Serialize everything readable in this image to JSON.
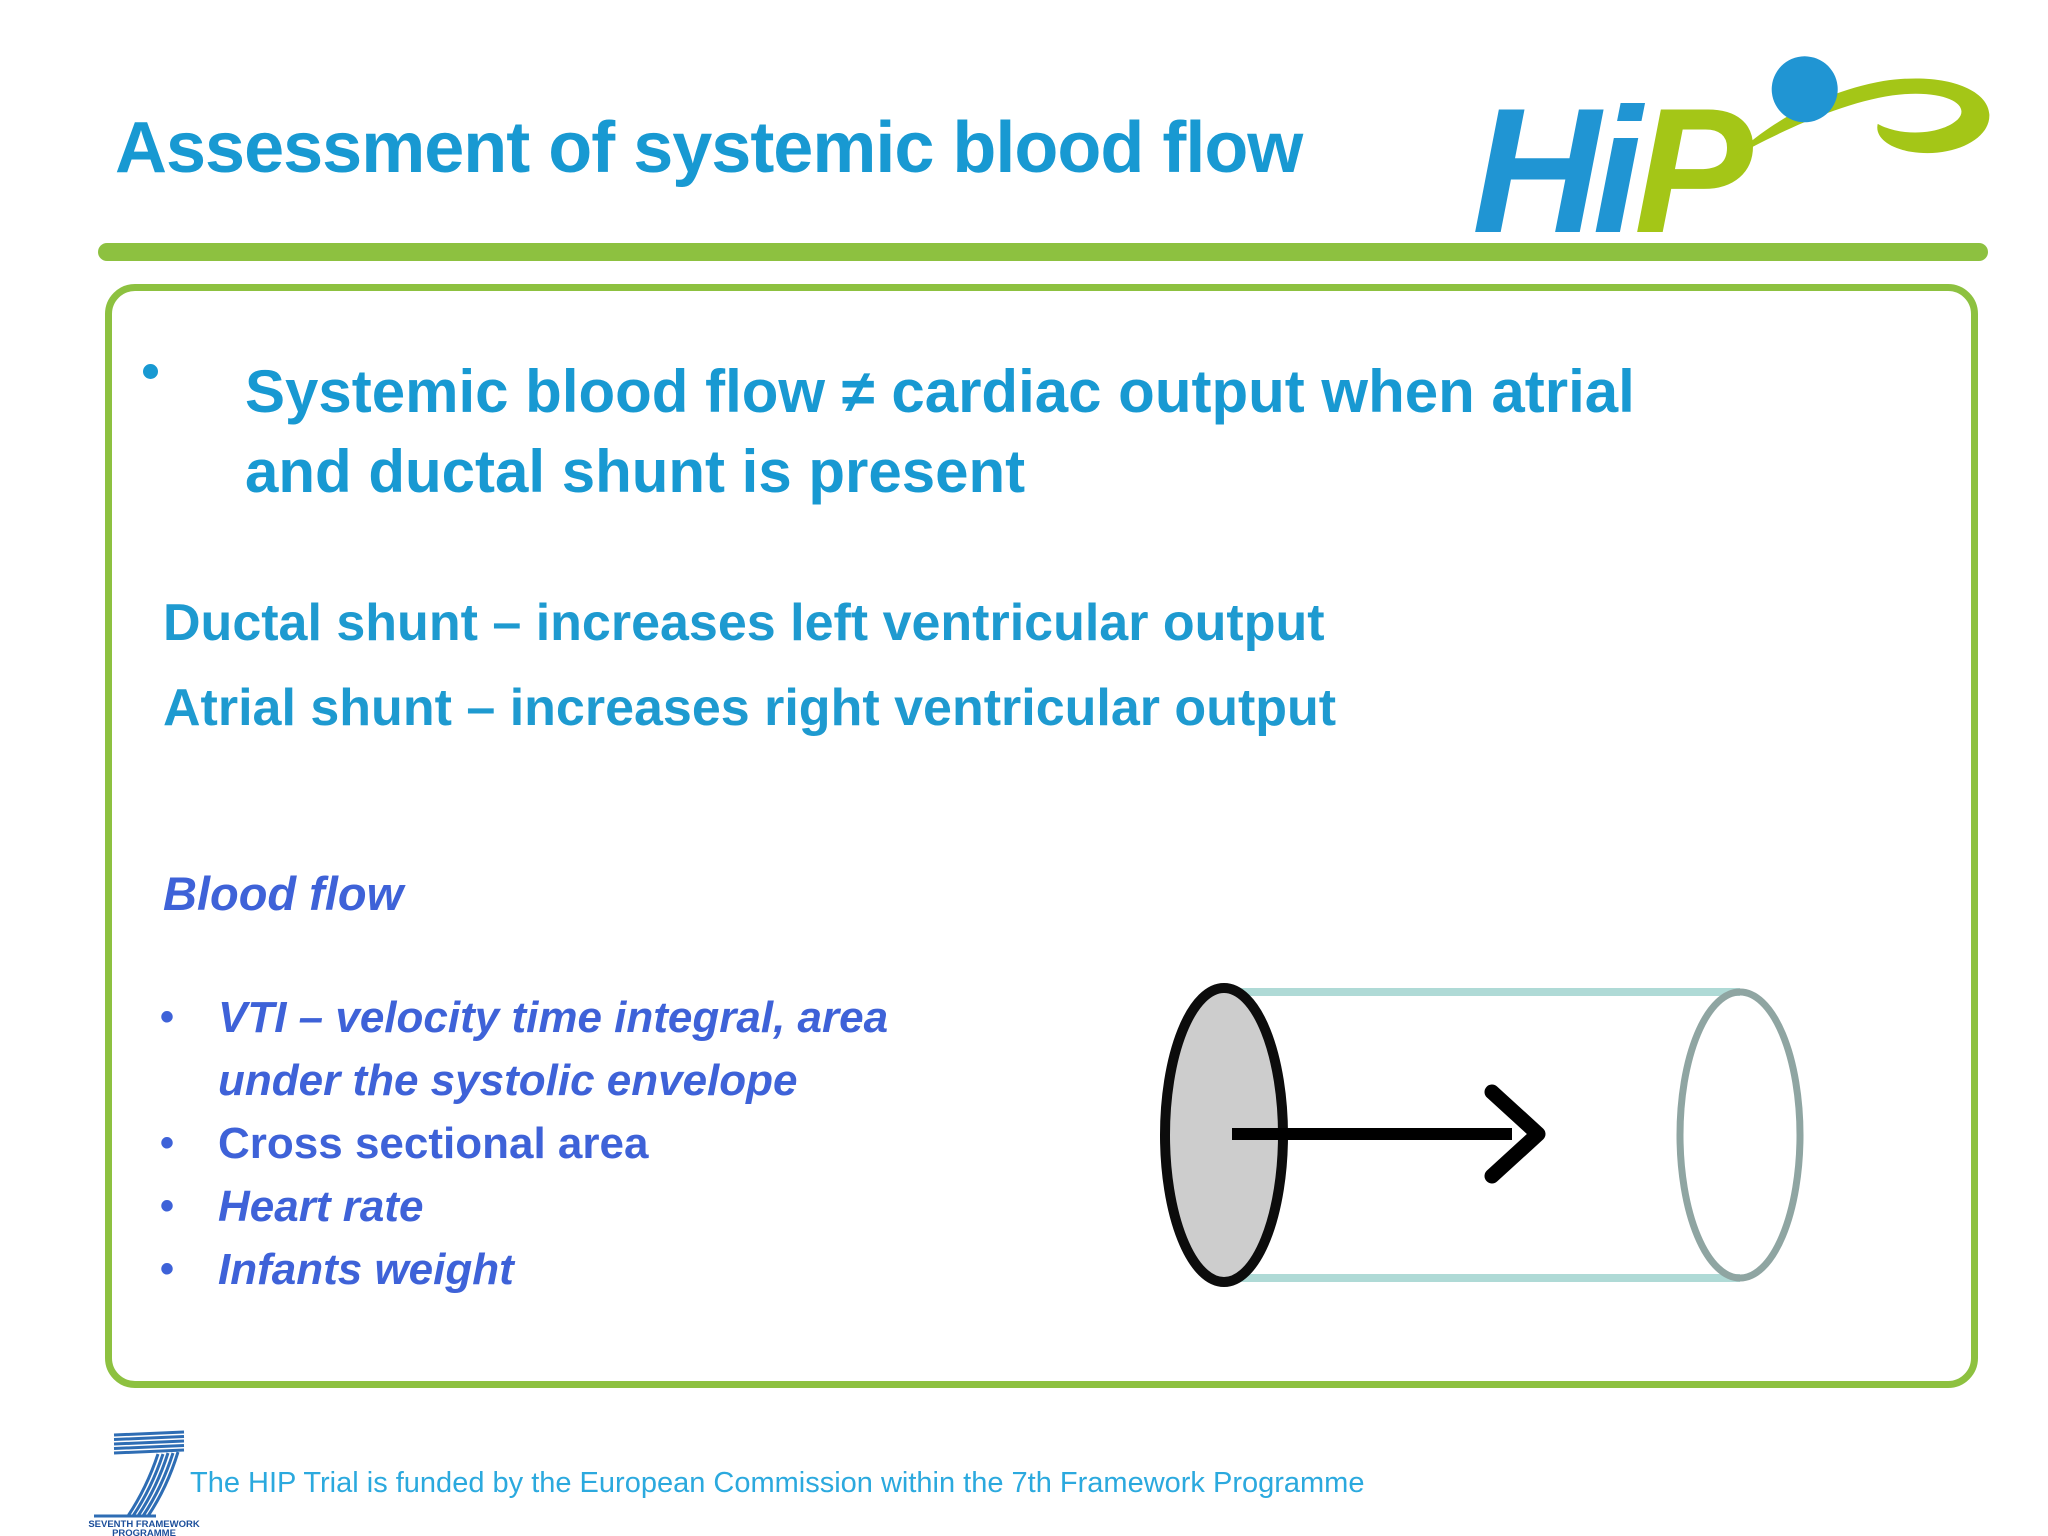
{
  "colors": {
    "heading_cyan": "#1899D2",
    "body_cyan": "#1E9AD0",
    "royal_blue": "#3E62D8",
    "accent_green": "#8DC140",
    "logo_blue": "#2095D3",
    "logo_green": "#A4C617",
    "footer_cyan": "#2BA9DE",
    "cylinder_face_gray": "#CDCDCD",
    "cylinder_line_teal": "#AFDAD6",
    "cylinder_far_rim_gray": "#8FA5A2"
  },
  "header": {
    "title": "Assessment of systemic blood flow",
    "logo": {
      "h": "H",
      "i": "i",
      "p": "P"
    }
  },
  "content": {
    "main_bullet": {
      "bullet": "•",
      "text": "Systemic blood flow ≠ cardiac output when atrial\nand ductal shunt is present"
    },
    "shunt_lines": [
      {
        "text": "Ductal shunt – increases left ventricular output"
      },
      {
        "text": "Atrial shunt – increases right ventricular output"
      }
    ],
    "flow_heading": "Blood flow",
    "flow_factors": [
      {
        "bullet": "•",
        "text": "VTI – velocity time integral, area\nunder the systolic envelope"
      },
      {
        "bullet": "•",
        "text": "Cross sectional area"
      },
      {
        "bullet": "•",
        "text": "Heart rate"
      },
      {
        "bullet": "•",
        "text": "Infants weight"
      }
    ]
  },
  "footer": {
    "text": "The HIP Trial is funded by the European Commission within the 7th Framework Programme",
    "fp7_caption_line1": "SEVENTH FRAMEWORK",
    "fp7_caption_line2": "PROGRAMME"
  }
}
